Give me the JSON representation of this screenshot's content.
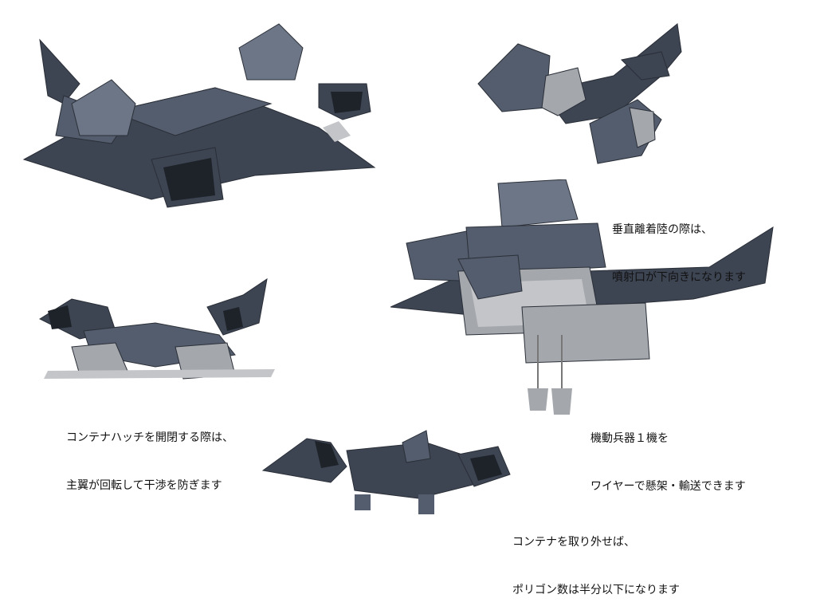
{
  "captions": {
    "vtol": [
      "垂直離着陸の際は、",
      "噴射口が下向きになります"
    ],
    "hatch": [
      "コンテナハッチを開閉する際は、",
      "主翼が回転して干渉を防ぎます"
    ],
    "carry": [
      "機動兵器１機を",
      "ワイヤーで懸架・輸送できます"
    ],
    "container_off": [
      "コンテナを取り外せば、",
      "ポリゴン数は半分以下になります"
    ]
  },
  "colors": {
    "hull_dark": "#3d4452",
    "hull_mid": "#545d6d",
    "container_gray": "#a4a7ac",
    "background": "#ffffff"
  }
}
